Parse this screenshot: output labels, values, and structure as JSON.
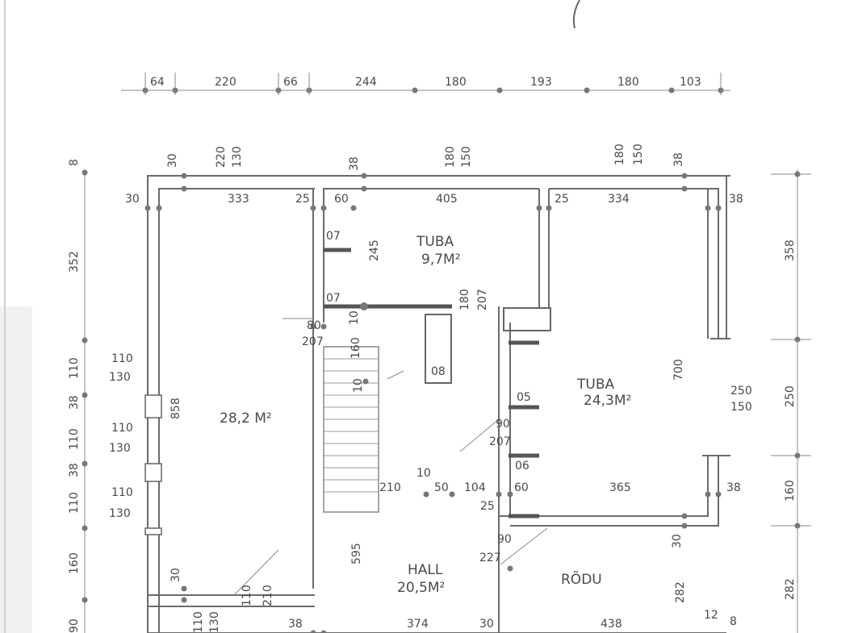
{
  "top_dims": [
    "64",
    "220",
    "66",
    "244",
    "180",
    "193",
    "180",
    "103"
  ],
  "rooms": {
    "tuba_small": {
      "name": "TUBA",
      "area": "9,7M²"
    },
    "tuba_big": {
      "name": "TUBA",
      "area": "24,3M²"
    },
    "left_room": {
      "area": "28,2 M²"
    },
    "hall": {
      "name": "HALL",
      "area": "20,5M²"
    },
    "rodu": {
      "name": "RÕDU"
    }
  },
  "dims": {
    "d30a": "30",
    "d220": "220",
    "d130a": "130",
    "d38a": "38",
    "d180a": "180",
    "d150a": "150",
    "d180b": "180",
    "d150b": "150",
    "d38b": "38",
    "d8a": "8",
    "d30b": "30",
    "d333": "333",
    "d25a": "25",
    "d60a": "60",
    "d405": "405",
    "d25b": "25",
    "d334": "334",
    "d38c": "38",
    "d352": "352",
    "d358": "358",
    "d07a": "07",
    "d245": "245",
    "d07b": "07",
    "d180c": "180",
    "d207a": "207",
    "d80": "80",
    "d207b": "207",
    "d10a": "10",
    "d160": "160",
    "d08": "08",
    "d700": "700",
    "d110a": "110",
    "d130b": "130",
    "d38d": "38",
    "d110b": "110",
    "d858": "858",
    "d130c": "130",
    "d10b": "10",
    "d05": "05",
    "d250a": "250",
    "d150c": "150",
    "d250b": "250",
    "d90a": "90",
    "d207c": "207",
    "d38e": "38",
    "d110c": "110",
    "d130d": "130",
    "d210": "210",
    "d10c": "10",
    "d50": "50",
    "d104": "104",
    "d06": "06",
    "d60b": "60",
    "d365": "365",
    "d38f": "38",
    "d160b": "160",
    "d25c": "25",
    "d30c": "30",
    "d160c": "160",
    "d595": "595",
    "d90b": "90",
    "d227": "227",
    "d30d": "30",
    "d282a": "282",
    "d282b": "282",
    "d110d": "110",
    "d210b": "210",
    "d110e": "110",
    "d130e": "130",
    "d38g": "38",
    "d374": "374",
    "d30e": "30",
    "d438": "438",
    "d12": "12",
    "d8b": "8",
    "d90c": "90"
  }
}
